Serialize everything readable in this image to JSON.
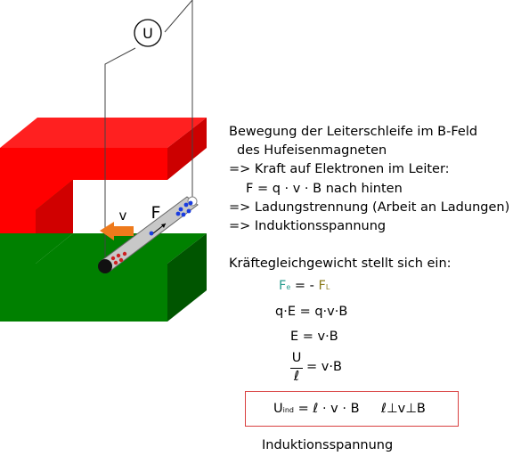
{
  "voltmeter": {
    "label": "U"
  },
  "diagram": {
    "velocity_label": "v",
    "force_label": "F",
    "colors": {
      "magnet_top": "#ff0000",
      "magnet_bottom": "#008000",
      "arrow": "#ee7a1c",
      "electrons": "#1a3ce0",
      "positive": "#cc2020"
    }
  },
  "text": {
    "line1": "Bewegung der Leiterschleife im B-Feld",
    "line2": "des Hufeisenmagneten",
    "line3": "=> Kraft auf Elektronen im Leiter:",
    "line4": "F = q · v · B  nach hinten",
    "line5": "=> Ladungstrennung (Arbeit an Ladungen)",
    "line6": "=> Induktionsspannung",
    "heading2": "Kräftegleichgewicht stellt sich ein:"
  },
  "equations": {
    "eq1": {
      "left": "F",
      "left_sub": "e",
      "mid": " = - ",
      "right": "F",
      "right_sub": "L"
    },
    "eq2": "q·E = q·v·B",
    "eq3": "E = v·B",
    "eq4": {
      "numerator": "U",
      "denominator": "ℓ",
      "rhs": "= v·B"
    },
    "result": {
      "lhs": "U",
      "lhs_sub": "ind",
      "rhs": " = ℓ · v · B",
      "condition": "ℓ⊥v⊥B"
    }
  },
  "caption": "Induktionsspannung"
}
